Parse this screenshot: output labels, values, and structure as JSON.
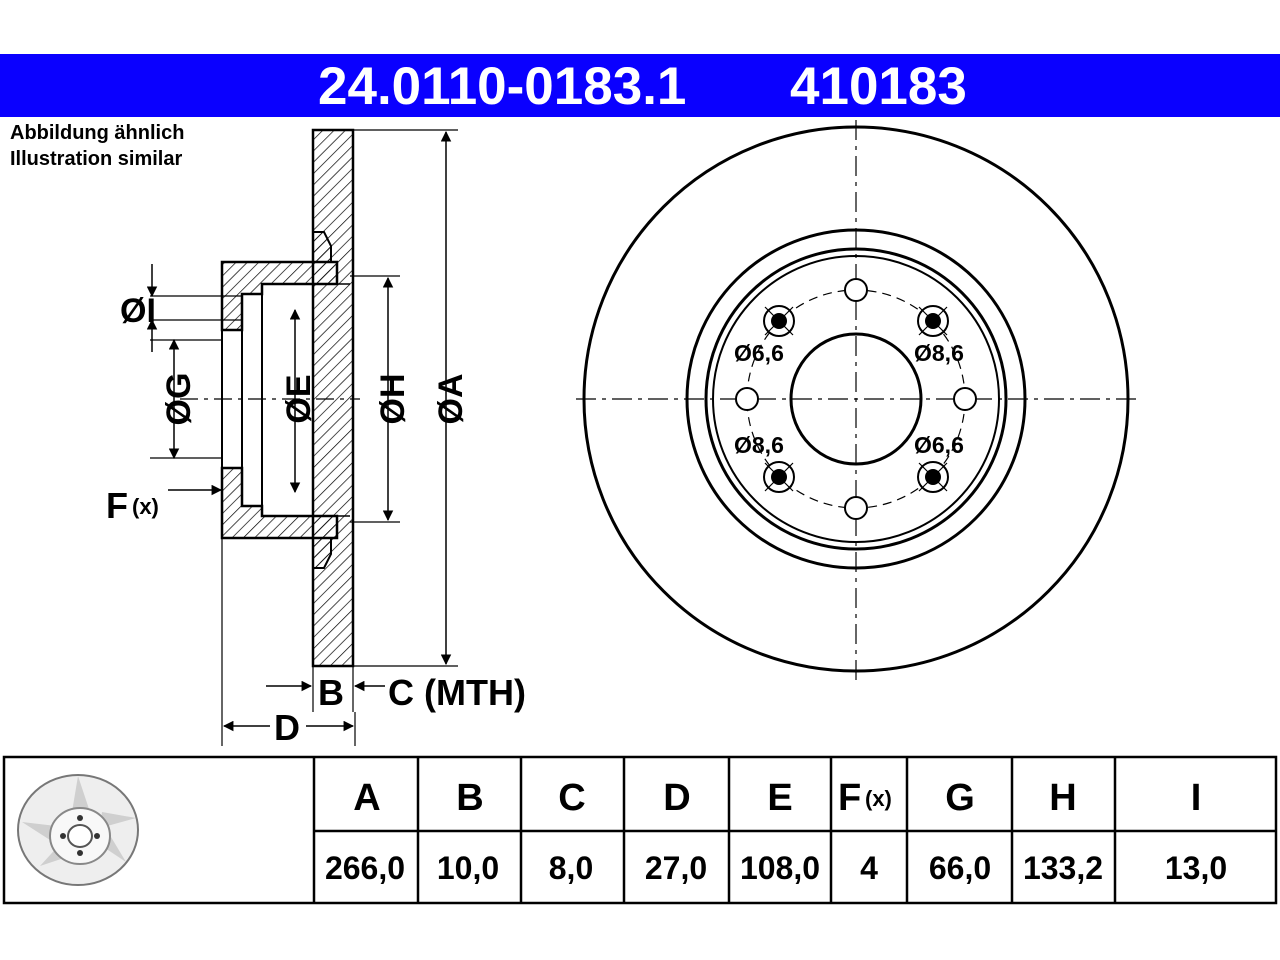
{
  "header": {
    "part_number": "24.0110-0183.1",
    "ref_number": "410183",
    "background": "#0a00ff"
  },
  "caption": {
    "line1": "Abbildung ähnlich",
    "line2": "Illustration similar"
  },
  "drawing": {
    "labels": {
      "I": "ØI",
      "G": "ØG",
      "E": "ØE",
      "H": "ØH",
      "A": "ØA",
      "F": "F",
      "F_sub": "(x)",
      "B": "B",
      "C": "C (MTH)",
      "D": "D"
    },
    "holes": {
      "top_left": "Ø6,6",
      "top_right": "Ø8,6",
      "bottom_left": "Ø8,6",
      "bottom_right": "Ø6,6"
    }
  },
  "table": {
    "headers": [
      "A",
      "B",
      "C",
      "D",
      "E",
      "F",
      "G",
      "H",
      "I"
    ],
    "f_sub": "(x)",
    "values": [
      "266,0",
      "10,0",
      "8,0",
      "27,0",
      "108,0",
      "4",
      "66,0",
      "133,2",
      "13,0"
    ]
  }
}
